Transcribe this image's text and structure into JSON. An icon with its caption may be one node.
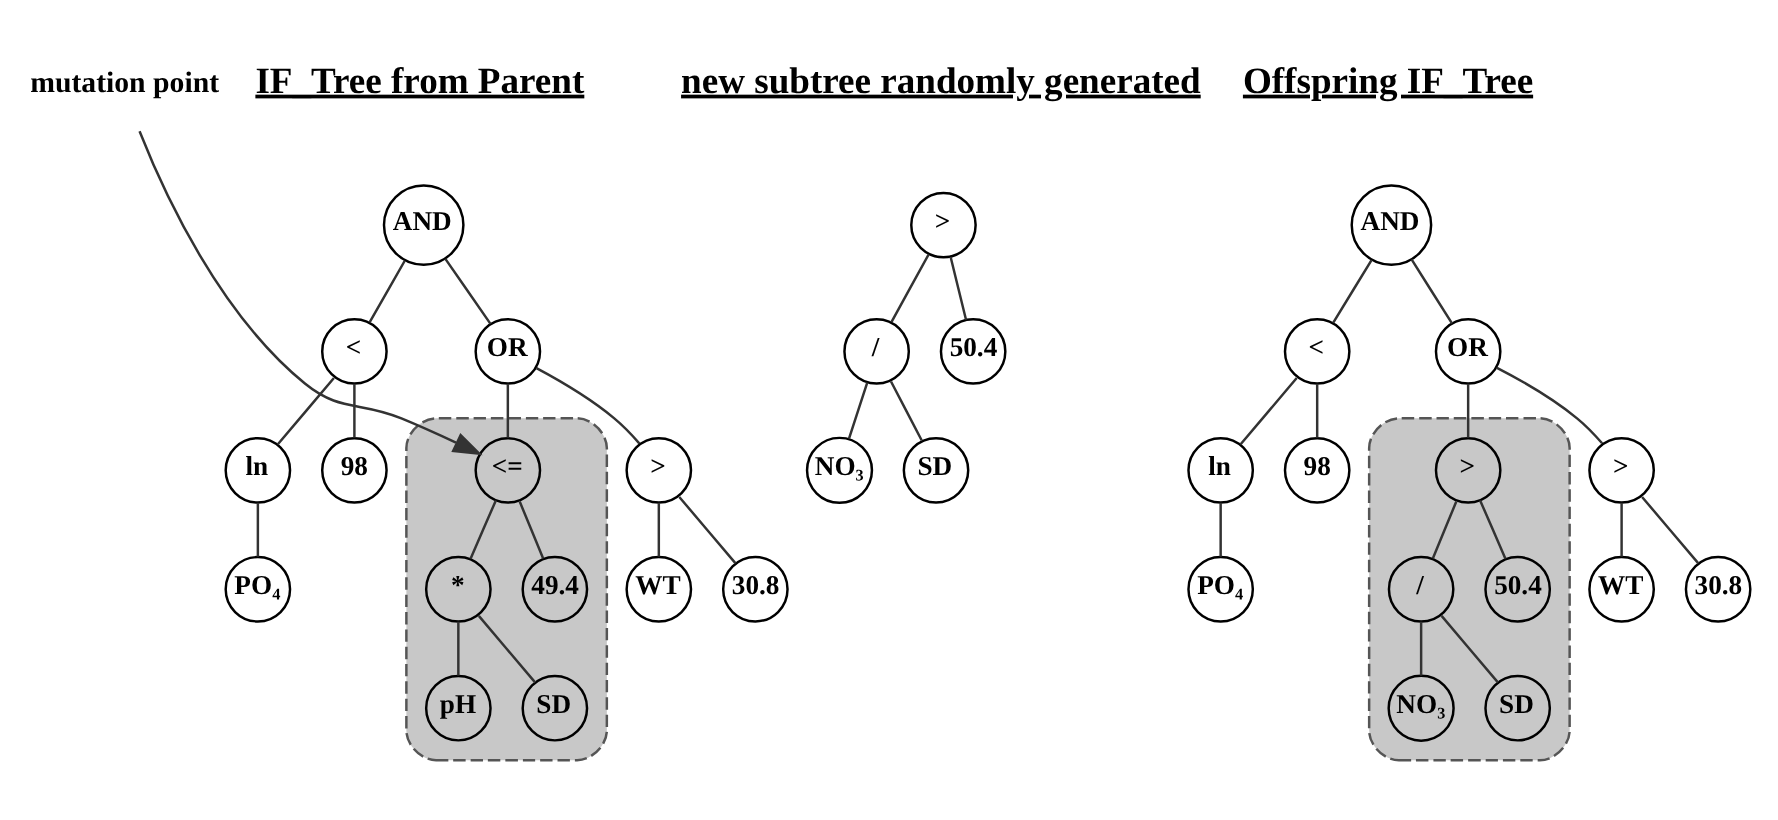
{
  "diagram": {
    "nodes": [
      {
        "text": [
          "AND"
        ]
      },
      {
        "text": [
          "<"
        ]
      },
      {
        "text": [
          "OR"
        ]
      },
      {
        "text": [
          "mutation point"
        ]
      },
      {
        "text": [],
        "shape": "blob"
      },
      {
        "text": [
          "ln"
        ]
      },
      {
        "text": [
          "98"
        ]
      },
      {
        "text": [
          ">"
        ]
      },
      {
        "text": [
          "<="
        ],
        "in": 4
      },
      {
        "text": [
          "PO₄"
        ]
      },
      {
        "text": [
          "WT"
        ]
      },
      {
        "text": [
          "30.8"
        ]
      },
      {
        "text": [
          "*"
        ],
        "in": 4
      },
      {
        "text": [
          "49.4"
        ],
        "in": 4
      },
      {
        "text": [
          "pH"
        ],
        "in": 4
      },
      {
        "text": [
          "SD"
        ],
        "in": 4
      },
      {
        "text": [
          ">"
        ]
      },
      {
        "text": [
          "/"
        ]
      },
      {
        "text": [
          "50.4"
        ]
      },
      {
        "text": [
          "NO₃"
        ]
      },
      {
        "text": [
          "SD"
        ]
      },
      {
        "text": [
          "AND"
        ]
      },
      {
        "text": [
          "<"
        ]
      },
      {
        "text": [
          "OR"
        ]
      },
      {
        "text": [],
        "shape": "blob"
      },
      {
        "text": [
          "ln"
        ]
      },
      {
        "text": [
          "98"
        ]
      },
      {
        "text": [
          ">"
        ]
      },
      {
        "text": [
          ">"
        ],
        "in": 24
      },
      {
        "text": [
          "PO₄"
        ]
      },
      {
        "text": [
          "WT"
        ]
      },
      {
        "text": [
          "30.8"
        ]
      },
      {
        "text": [
          "/"
        ],
        "in": 24
      },
      {
        "text": [
          "50.4"
        ],
        "in": 24
      },
      {
        "text": [
          "NO₃"
        ],
        "in": 24
      },
      {
        "text": [
          "SD"
        ],
        "in": 24
      }
    ],
    "edges": [
      {
        "from": 0,
        "to": 1,
        "arrow": "none"
      },
      {
        "from": 0,
        "to": 2,
        "arrow": "none"
      },
      {
        "from": 1,
        "to": 5,
        "arrow": "none"
      },
      {
        "from": 1,
        "to": 6,
        "arrow": "none"
      },
      {
        "from": 2,
        "to": 7,
        "arrow": "none"
      },
      {
        "from": 2,
        "to": 8,
        "arrow": "none"
      },
      {
        "from": 3,
        "to": 8,
        "arrow": "to"
      },
      {
        "from": 5,
        "to": 9,
        "arrow": "none"
      },
      {
        "from": 7,
        "to": 10,
        "arrow": "none"
      },
      {
        "from": 7,
        "to": 11,
        "arrow": "none"
      },
      {
        "from": 8,
        "to": 12,
        "arrow": "none"
      },
      {
        "from": 8,
        "to": 13,
        "arrow": "none"
      },
      {
        "from": 12,
        "to": 14,
        "arrow": "none"
      },
      {
        "from": 12,
        "to": 15,
        "arrow": "none"
      },
      {
        "from": 16,
        "to": 17,
        "arrow": "none"
      },
      {
        "from": 16,
        "to": 18,
        "arrow": "none"
      },
      {
        "from": 17,
        "to": 19,
        "arrow": "none"
      },
      {
        "from": 17,
        "to": 20,
        "arrow": "none"
      },
      {
        "from": 21,
        "to": 22,
        "arrow": "none"
      },
      {
        "from": 21,
        "to": 23,
        "arrow": "none"
      },
      {
        "from": 22,
        "to": 25,
        "arrow": "none"
      },
      {
        "from": 22,
        "to": 26,
        "arrow": "none"
      },
      {
        "from": 23,
        "to": 27,
        "arrow": "none"
      },
      {
        "from": 23,
        "to": 28,
        "arrow": "none"
      },
      {
        "from": 25,
        "to": 29,
        "arrow": "none"
      },
      {
        "from": 27,
        "to": 30,
        "arrow": "none"
      },
      {
        "from": 27,
        "to": 31,
        "arrow": "none"
      },
      {
        "from": 28,
        "to": 32,
        "arrow": "none"
      },
      {
        "from": 28,
        "to": 33,
        "arrow": "none"
      },
      {
        "from": 32,
        "to": 34,
        "arrow": "none"
      },
      {
        "from": 32,
        "to": 35,
        "arrow": "none"
      }
    ],
    "labels": [
      "IF_Tree from Parent",
      "new subtree randomly generated",
      "Offspring IF_Tree"
    ]
  }
}
